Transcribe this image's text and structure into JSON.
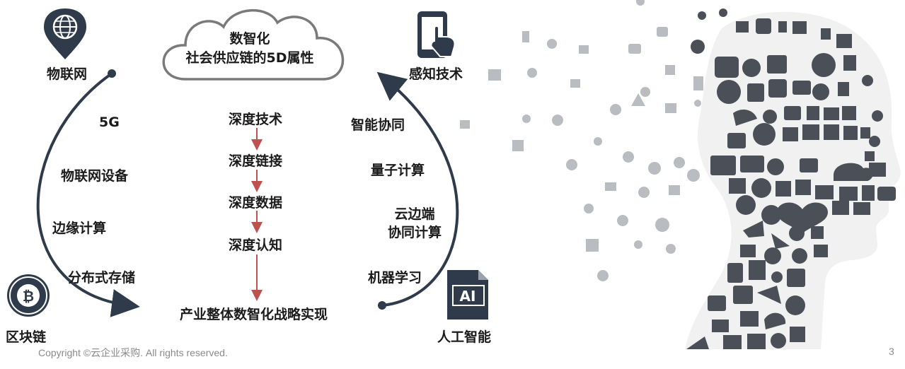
{
  "cloud": {
    "line1": "数智化",
    "line2": "社会供应链的5D属性"
  },
  "corners": {
    "iot": "物联网",
    "sensing": "感知技术",
    "blockchain": "区块链",
    "ai": "人工智能"
  },
  "ai_icon_text": "AI",
  "left_items": [
    "5G",
    "物联网设备",
    "边缘计算",
    "分布式存储"
  ],
  "right_items": [
    "智能协同",
    "量子计算",
    "云边端",
    "协同计算",
    "机器学习"
  ],
  "steps": [
    "深度技术",
    "深度链接",
    "深度数据",
    "深度认知"
  ],
  "result": "产业整体数智化战略实现",
  "footer": {
    "copyright": "Copyright ©云企业采购. All rights reserved.",
    "page": "3"
  },
  "colors": {
    "arrow": "#c0504d",
    "curve": "#2f3b4a",
    "icon": "#2f3b4a",
    "cloud": "#7a7a7a",
    "social": "#4a4f58"
  }
}
